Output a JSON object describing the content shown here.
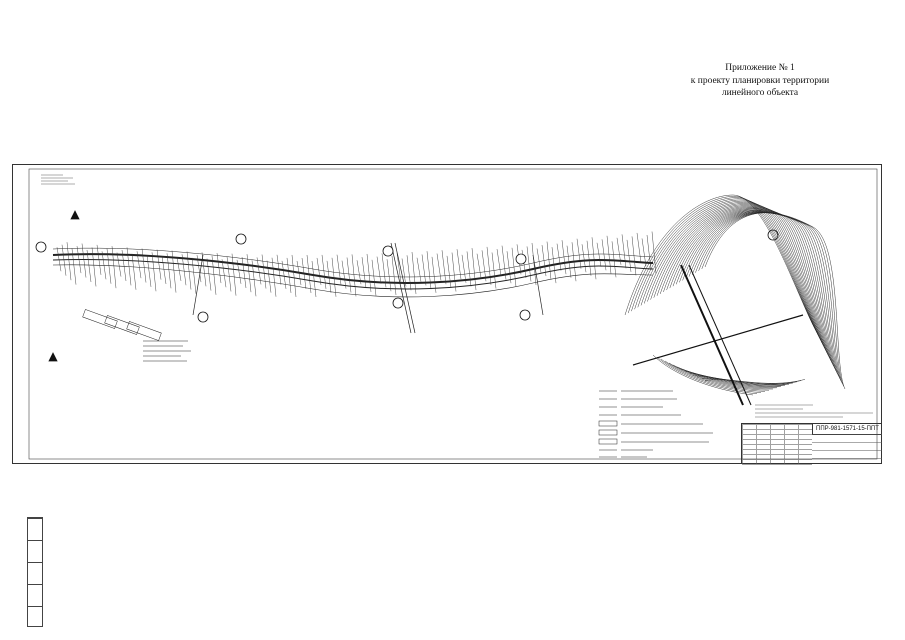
{
  "header": {
    "line1": "Приложение № 1",
    "line2": "к проекту планировки территории",
    "line3": "линейного объекта"
  },
  "stamp": {
    "code": "ППР-981-1571-15-ППТ"
  }
}
